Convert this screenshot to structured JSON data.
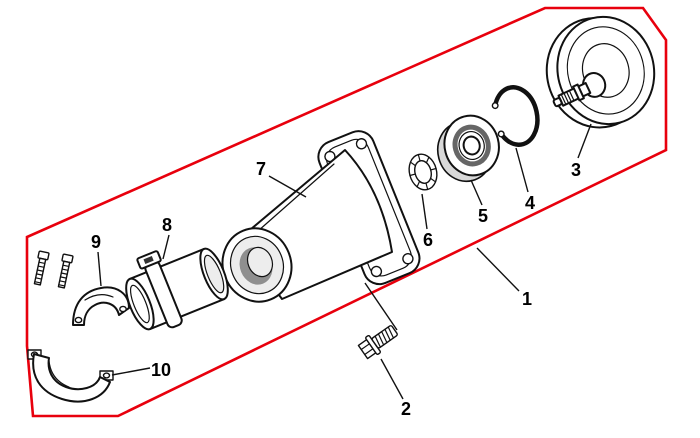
{
  "colors": {
    "outline": "#e8000d",
    "line": "#111111",
    "background": "#ffffff"
  },
  "callouts": [
    {
      "label": "1",
      "name": "assembly-outline"
    },
    {
      "label": "2",
      "name": "mounting-bolt"
    },
    {
      "label": "3",
      "name": "clutch-drum"
    },
    {
      "label": "4",
      "name": "snap-ring"
    },
    {
      "label": "5",
      "name": "ball-bearing"
    },
    {
      "label": "6",
      "name": "lock-washer"
    },
    {
      "label": "7",
      "name": "clutch-housing-cone"
    },
    {
      "label": "8",
      "name": "coupling-sleeve"
    },
    {
      "label": "9",
      "name": "upper-clamp"
    },
    {
      "label": "10",
      "name": "lower-clamp"
    }
  ]
}
